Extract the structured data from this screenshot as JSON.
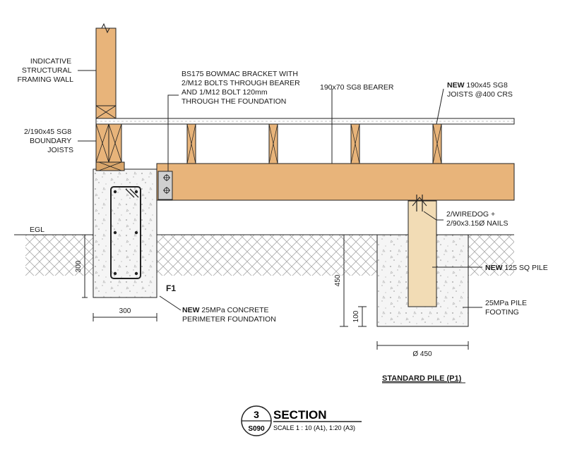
{
  "labels": {
    "framing_wall": [
      "INDICATIVE",
      "STRUCTURAL",
      "FRAMING WALL"
    ],
    "bracket": [
      "BS175 BOWMAC BRACKET WITH",
      "2/M12 BOLTS THROUGH BEARER",
      "AND 1/M12 BOLT 120mm",
      "THROUGH THE FOUNDATION"
    ],
    "bearer": "190x70 SG8 BEARER",
    "joists_new": "NEW",
    "joists": [
      " 190x45 SG8",
      "JOISTS @400 CRS"
    ],
    "boundary_joists": [
      "2/190x45 SG8",
      "BOUNDARY",
      "JOISTS"
    ],
    "egl": "EGL",
    "wiredog": [
      "2/WIREDOG +",
      "2/90x3.15Ø NAILS"
    ],
    "pile_new": "NEW",
    "pile": " 125 SQ PILE",
    "pile_footing": [
      "25MPa PILE",
      "FOOTING"
    ],
    "f1": "F1",
    "foundation_new": "NEW",
    "foundation": [
      " 25MPa CONCRETE",
      "PERIMETER FOUNDATION"
    ]
  },
  "dimensions": {
    "foundation_depth": "300",
    "foundation_width": "300",
    "footing_depth": "450",
    "pile_embed": "100",
    "footing_dia": "Ø 450"
  },
  "title_block": {
    "detail_number": "3",
    "sheet_number": "S090",
    "title": "SECTION",
    "scale": "SCALE 1 : 10 (A1), 1:20 (A3)",
    "subtitle": "STANDARD PILE (P1)"
  },
  "colors": {
    "timber": "#e8b47a",
    "timber_dark": "#b9895a",
    "concrete": "#f3f3f3",
    "soil_hatch": "#9a9a9a",
    "line": "#222222"
  }
}
